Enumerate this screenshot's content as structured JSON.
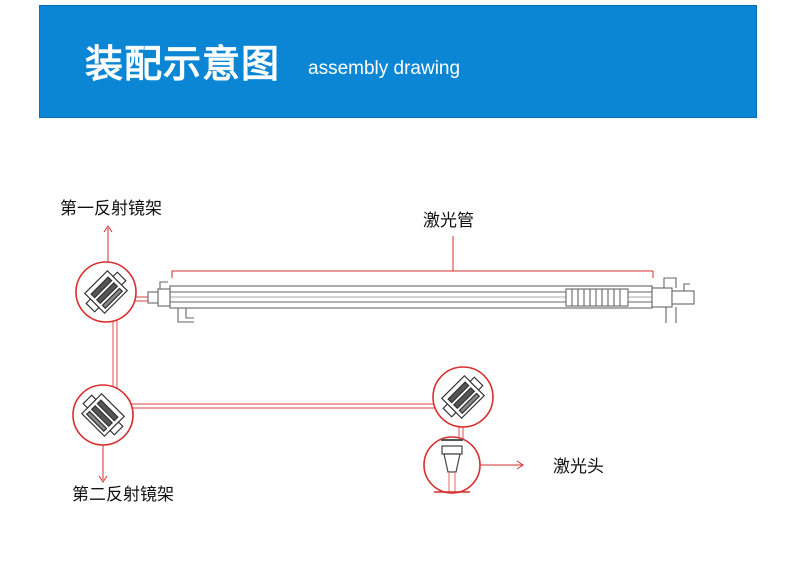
{
  "header": {
    "title": "装配示意图",
    "subtitle": "assembly drawing",
    "background_color": "#0b86d5"
  },
  "labels": {
    "first_mirror_mount": "第一反射镜架",
    "laser_tube": "激光管",
    "second_mirror_mount": "第二反射镜架",
    "laser_head": "激光头"
  },
  "colors": {
    "beam": "#e35b5b",
    "circle": "#d72f2f",
    "part_stroke": "#555555"
  }
}
